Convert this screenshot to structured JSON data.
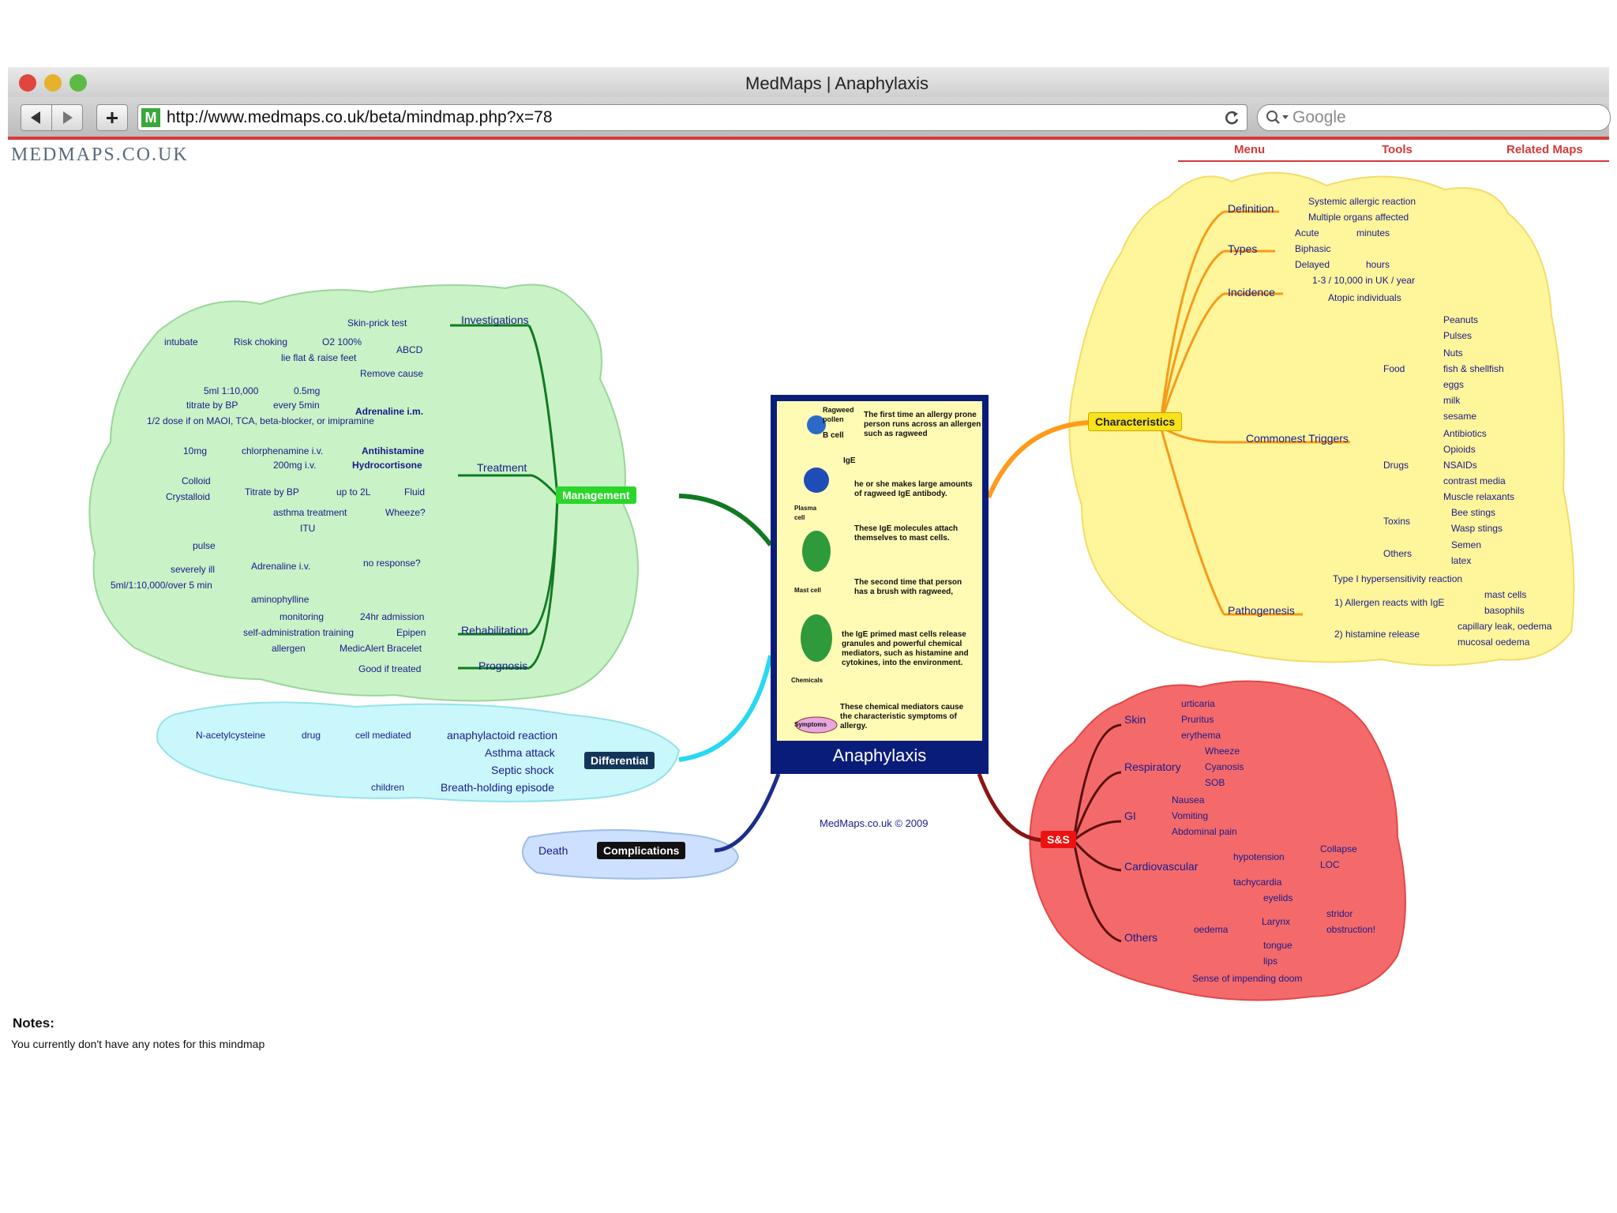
{
  "window": {
    "title": "MedMaps | Anaphylaxis",
    "url": "http://www.medmaps.co.uk/beta/mindmap.php?x=78",
    "search_placeholder": "Google"
  },
  "logo": "MEDMAPS.CO.UK",
  "menu": [
    "Menu",
    "Tools",
    "Related Maps"
  ],
  "center": {
    "title": "Anaphylaxis",
    "labels": [
      "Ragweed pollen",
      "B cell",
      "IgE",
      "Plasma cell",
      "Mast cell",
      "Chemicals",
      "Symptoms"
    ],
    "texts": [
      "The first time an allergy prone person runs across an allergen such as ragweed",
      "he or she makes large amounts of ragweed IgE antibody.",
      "These IgE molecules attach themselves to mast cells.",
      "The second time that person has a brush with ragweed,",
      "the IgE primed mast cells release granules and powerful chemical mediators, such as histamine and cytokines, into the environment.",
      "These chemical mediators cause the characteristic symptoms of allergy."
    ]
  },
  "copyright": "MedMaps.co.uk © 2009",
  "notes": {
    "heading": "Notes:",
    "text": "You currently don't have any notes for this mindmap"
  },
  "roots": {
    "characteristics": "Characteristics",
    "management": "Management",
    "differential": "Differential",
    "complications": "Complications",
    "ss": "S&S"
  },
  "characteristics": [
    "Definition",
    "Systemic allergic reaction",
    "Multiple organs affected",
    "Types",
    "Acute",
    "minutes",
    "Biphasic",
    "Delayed",
    "hours",
    "Incidence",
    "1-3 / 10,000 in UK / year",
    "Atopic individuals",
    "Commonest Triggers",
    "Food",
    "Peanuts",
    "Pulses",
    "Nuts",
    "fish & shellfish",
    "eggs",
    "milk",
    "sesame",
    "Drugs",
    "Antibiotics",
    "Opioids",
    "NSAIDs",
    "contrast media",
    "Muscle relaxants",
    "Toxins",
    "Bee stings",
    "Wasp stings",
    "Others",
    "Semen",
    "latex",
    "Pathogenesis",
    "Type I hypersensitivity reaction",
    "1) Allergen reacts with IgE",
    "mast cells",
    "basophils",
    "2) histamine release",
    "capillary leak, oedema",
    "mucosal oedema"
  ],
  "management": [
    "Investigations",
    "Skin-prick test",
    "intubate",
    "Risk choking",
    "O2 100%",
    "ABCD",
    "lie flat & raise feet",
    "Remove cause",
    "5ml 1:10,000",
    "0.5mg",
    "titrate by BP",
    "every 5min",
    "Adrenaline i.m.",
    "1/2 dose if on MAOI, TCA, beta-blocker, or imipramine",
    "10mg",
    "chlorphenamine i.v.",
    "Antihistamine",
    "200mg i.v.",
    "Hydrocortisone",
    "Treatment",
    "Colloid",
    "Titrate by BP",
    "up to 2L",
    "Fluid",
    "Crystalloid",
    "asthma treatment",
    "Wheeze?",
    "ITU",
    "pulse",
    "severely ill",
    "Adrenaline i.v.",
    "no response?",
    "5ml/1:10,000/over 5 min",
    "aminophylline",
    "monitoring",
    "24hr admission",
    "self-administration training",
    "Epipen",
    "Rehabilitation",
    "allergen",
    "MedicAlert Bracelet",
    "Good if treated",
    "Prognosis"
  ],
  "differential": [
    "N-acetylcysteine",
    "drug",
    "cell mediated",
    "anaphylactoid reaction",
    "Asthma attack",
    "Septic shock",
    "children",
    "Breath-holding episode"
  ],
  "complications": [
    "Death"
  ],
  "ss": [
    "Skin",
    "urticaria",
    "Pruritus",
    "erythema",
    "Respiratory",
    "Wheeze",
    "Cyanosis",
    "SOB",
    "GI",
    "Nausea",
    "Vomiting",
    "Abdominal pain",
    "Cardiovascular",
    "hypotension",
    "Collapse",
    "LOC",
    "tachycardia",
    "Others",
    "oedema",
    "eyelids",
    "Larynx",
    "stridor",
    "obstruction!",
    "tongue",
    "lips",
    "Sense of impending doom"
  ],
  "colors": {
    "green": "#c9f2c6",
    "yellow": "#fff59a",
    "red": "#f46a6a",
    "cyan": "#c9f7fb",
    "blue": "#cde0ff",
    "accent": "#d43a3a"
  }
}
